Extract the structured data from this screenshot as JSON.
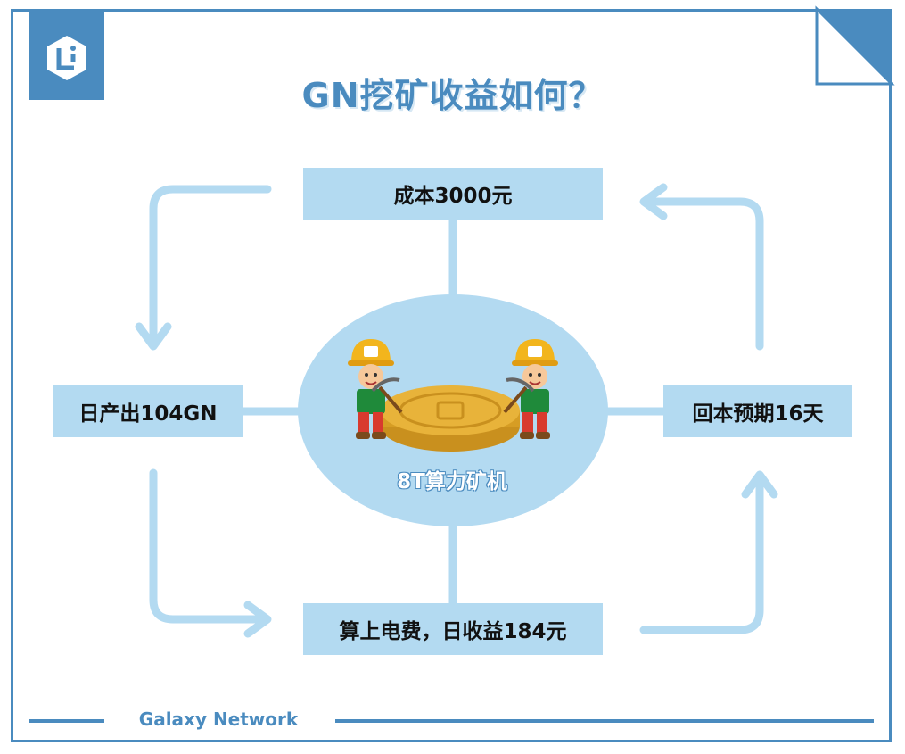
{
  "title": "GN挖矿收益如何？",
  "nodes": {
    "cost": "成本3000元",
    "daily_output": "日产出104GN",
    "payback": "回本预期16天",
    "net_income": "算上电费，日收益184元"
  },
  "center": {
    "label": "8T算力矿机"
  },
  "footer": {
    "brand": "Galaxy Network"
  },
  "colors": {
    "frame": "#4a8bbf",
    "node_fill": "#b3daf1",
    "arrow": "#b3daf1",
    "ellipse": "#b3daf1",
    "coin": "#e8b33a",
    "helmet": "#f2b51d",
    "shirt": "#1f8a3a",
    "pants": "#d83a2e"
  },
  "icons": [
    "logo-icon",
    "page-corner-icon",
    "miner-icon",
    "coin-icon",
    "pickaxe-icon"
  ]
}
